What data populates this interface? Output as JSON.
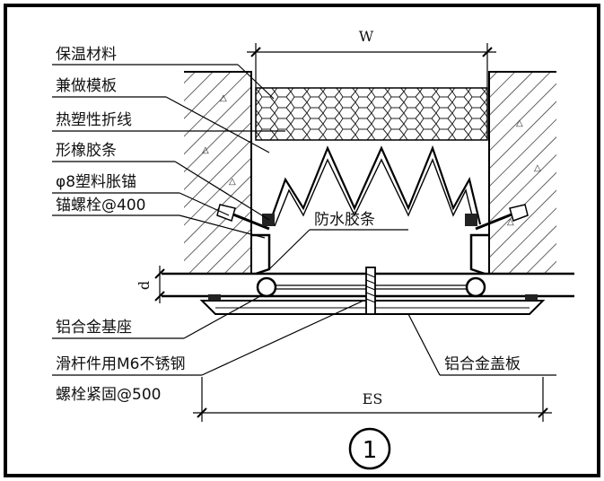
{
  "drawing": {
    "labels": {
      "insulation": "保温材料",
      "formwork": "兼做模板",
      "fold_line": "热塑性折线",
      "rubber_strip": "形橡胶条",
      "plastic_anchor": "φ8塑料胀锚",
      "anchor_bolt": "锚螺栓@400",
      "waterproof_strip": "防水胶条",
      "aluminum_base": "铝合金基座",
      "slide_bolt": "滑杆件用M6不锈钢",
      "bolt_fix": "螺栓紧固@500",
      "aluminum_cover": "铝合金盖板"
    },
    "dimensions": {
      "width": "W",
      "depth": "d",
      "expansion": "ES"
    },
    "detail_number": "1"
  }
}
